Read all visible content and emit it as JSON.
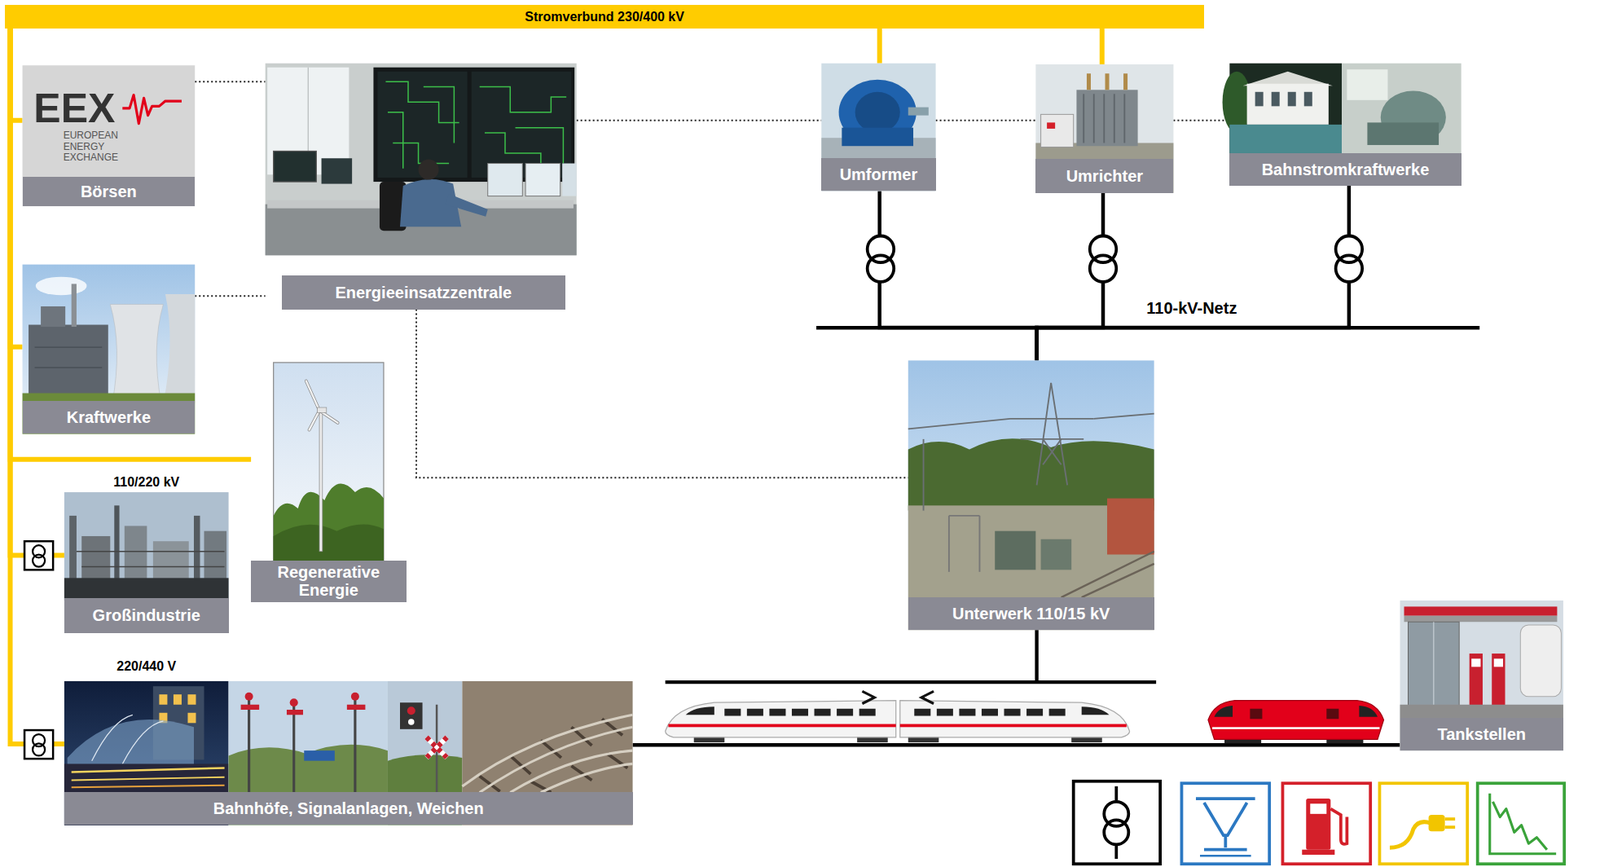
{
  "diagram": {
    "nodes": [
      {
        "text": [
          "Stromverbund 230/400 kV"
        ]
      },
      {
        "text": [
          "Börsen"
        ]
      },
      {
        "text": [
          "Energieeinsatzzentrale"
        ]
      },
      {
        "text": [
          "Umformer"
        ]
      },
      {
        "text": [
          "Umrichter"
        ]
      },
      {
        "text": [
          "Bahnstromkraftwerke"
        ]
      },
      {
        "text": [
          "Kraftwerke"
        ]
      },
      {
        "text": [
          "Regenerative Energie"
        ]
      },
      {
        "text": [
          "110/220 kV",
          "Großindustrie"
        ]
      },
      {
        "text": [
          "Unterwerk 110/15 kV"
        ]
      },
      {
        "text": [
          "220/440 V",
          "Bahnhöfe, Signalanlagen, Weichen"
        ]
      },
      {
        "text": [
          "Tankstellen"
        ]
      }
    ],
    "edges": [
      {
        "from": 0,
        "to": 1,
        "arrow": "none"
      },
      {
        "from": 0,
        "to": 6,
        "arrow": "none"
      },
      {
        "from": 0,
        "to": 7,
        "arrow": "none"
      },
      {
        "from": 0,
        "to": 8,
        "arrow": "none"
      },
      {
        "from": 0,
        "to": 10,
        "arrow": "none"
      },
      {
        "from": 0,
        "to": 3,
        "arrow": "none"
      },
      {
        "from": 0,
        "to": 4,
        "arrow": "none"
      },
      {
        "from": 1,
        "to": 2,
        "arrow": "none"
      },
      {
        "from": 6,
        "to": 2,
        "arrow": "none"
      },
      {
        "from": 2,
        "to": 3,
        "arrow": "none"
      },
      {
        "from": 3,
        "to": 4,
        "arrow": "none"
      },
      {
        "from": 4,
        "to": 5,
        "arrow": "none"
      },
      {
        "from": 2,
        "to": 9,
        "arrow": "none"
      },
      {
        "from": 3,
        "to": 9,
        "arrow": "none"
      },
      {
        "from": 4,
        "to": 9,
        "arrow": "none"
      },
      {
        "from": 5,
        "to": 9,
        "arrow": "none"
      },
      {
        "from": 10,
        "to": 11,
        "arrow": "none"
      }
    ],
    "labels": [
      "EEX",
      "EUROPEAN ENERGY EXCHANGE",
      "110-kV-Netz"
    ]
  }
}
